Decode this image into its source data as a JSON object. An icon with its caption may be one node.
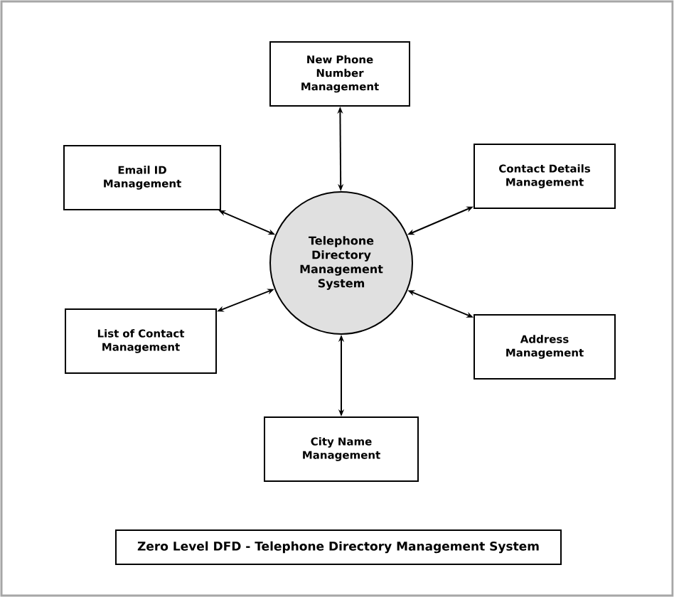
{
  "diagram": {
    "title": "Zero Level DFD - Telephone Directory Management System",
    "nodes": [
      {
        "text": [
          "New Phone Number Management"
        ]
      },
      {
        "text": [
          "Email ID Management"
        ]
      },
      {
        "text": [
          "Contact Details Management"
        ]
      },
      {
        "text": [
          "Telephone Directory Management System"
        ]
      },
      {
        "text": [
          "List of Contact Management"
        ]
      },
      {
        "text": [
          "Address Management"
        ]
      },
      {
        "text": [
          "City Name Management"
        ]
      }
    ],
    "edges": [
      {
        "from": 3,
        "to": 0,
        "arrow": "both"
      },
      {
        "from": 3,
        "to": 1,
        "arrow": "both"
      },
      {
        "from": 3,
        "to": 2,
        "arrow": "both"
      },
      {
        "from": 3,
        "to": 4,
        "arrow": "both"
      },
      {
        "from": 3,
        "to": 5,
        "arrow": "both"
      },
      {
        "from": 3,
        "to": 6,
        "arrow": "both"
      }
    ]
  }
}
